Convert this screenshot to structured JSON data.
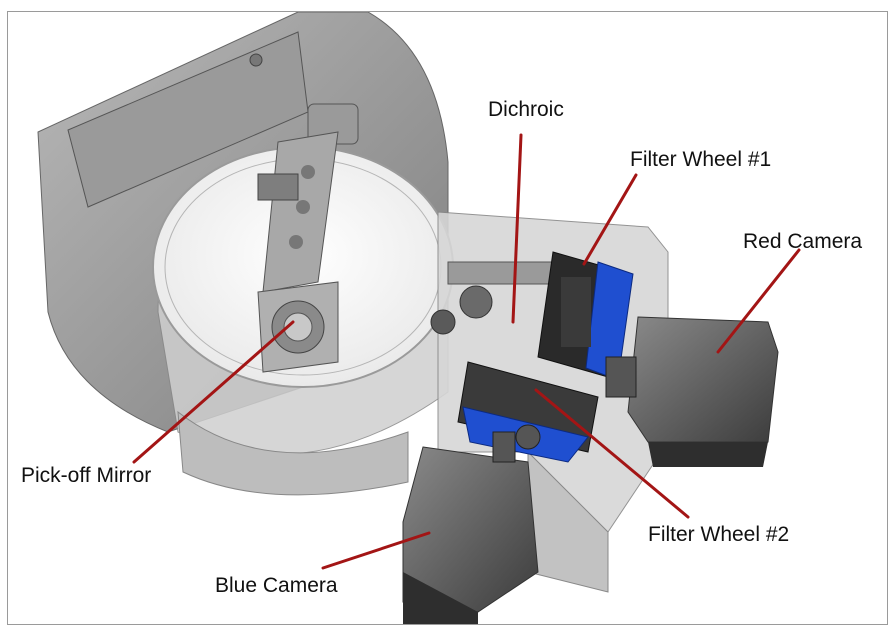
{
  "labels": {
    "dichroic": "Dichroic",
    "filter_wheel_1": "Filter Wheel #1",
    "red_camera": "Red Camera",
    "pick_off_mirror": "Pick-off Mirror",
    "filter_wheel_2": "Filter Wheel #2",
    "blue_camera": "Blue Camera"
  },
  "colors": {
    "leader_line": "#a31515",
    "filter_wheel_blue": "#1f4fd0",
    "housing_gray": "#8c8c8c",
    "camera_gray": "#5a5a5a"
  }
}
